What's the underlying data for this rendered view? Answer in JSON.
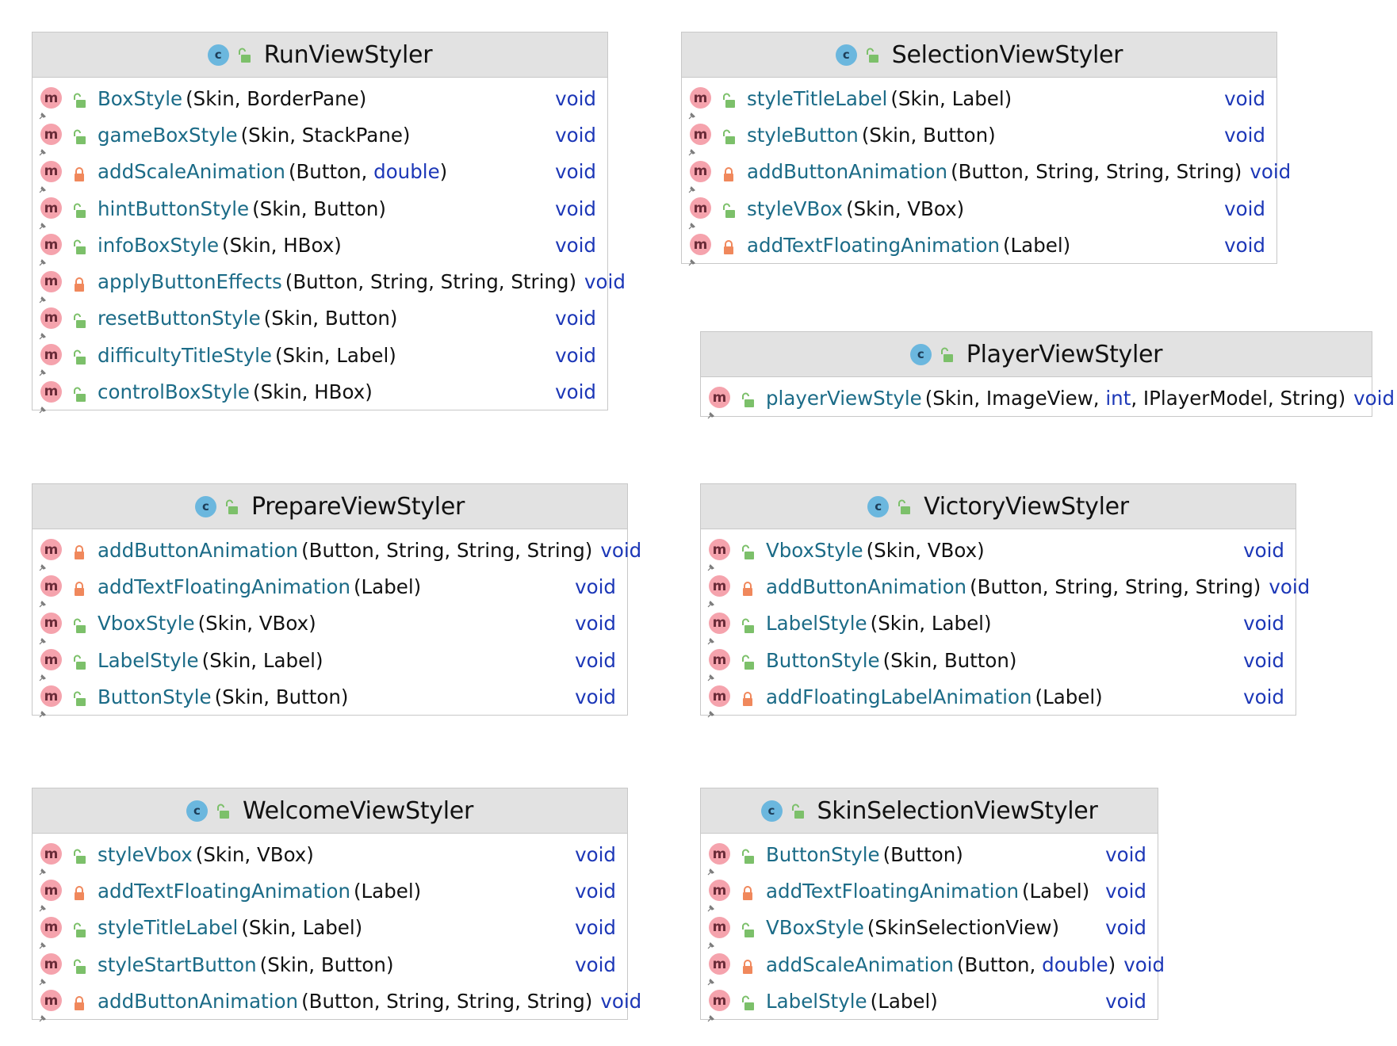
{
  "colors": {
    "header_bg": "#e2e2e2",
    "border": "#c8c8c8",
    "method_name": "#1b6b87",
    "return_type": "#1c37b7",
    "param_text": "#111111",
    "class_icon_bg": "#6bb7de",
    "method_icon_bg": "#f5a3ad",
    "public_icon": "#7cc06a",
    "private_icon": "#f0885c"
  },
  "icons": {
    "class_icon_letter": "c",
    "method_icon_letter": "m"
  },
  "classes": [
    {
      "name": "RunViewStyler",
      "methods": [
        {
          "name": "BoxStyle",
          "params": "(Skin, BorderPane)",
          "return": "void",
          "access": "public"
        },
        {
          "name": "gameBoxStyle",
          "params": "(Skin, StackPane)",
          "return": "void",
          "access": "public"
        },
        {
          "name": "addScaleAnimation",
          "params": "(Button, double)",
          "return": "void",
          "access": "private"
        },
        {
          "name": "hintButtonStyle",
          "params": "(Skin, Button)",
          "return": "void",
          "access": "public"
        },
        {
          "name": "infoBoxStyle",
          "params": "(Skin, HBox)",
          "return": "void",
          "access": "public"
        },
        {
          "name": "applyButtonEffects",
          "params": "(Button, String, String, String)",
          "return": "void",
          "access": "private"
        },
        {
          "name": "resetButtonStyle",
          "params": "(Skin, Button)",
          "return": "void",
          "access": "public"
        },
        {
          "name": "difficultyTitleStyle",
          "params": "(Skin, Label)",
          "return": "void",
          "access": "public"
        },
        {
          "name": "controlBoxStyle",
          "params": "(Skin, HBox)",
          "return": "void",
          "access": "public"
        }
      ]
    },
    {
      "name": "SelectionViewStyler",
      "methods": [
        {
          "name": "styleTitleLabel",
          "params": "(Skin, Label)",
          "return": "void",
          "access": "public"
        },
        {
          "name": "styleButton",
          "params": "(Skin, Button)",
          "return": "void",
          "access": "public"
        },
        {
          "name": "addButtonAnimation",
          "params": "(Button, String, String, String)",
          "return": "void",
          "access": "private"
        },
        {
          "name": "styleVBox",
          "params": "(Skin, VBox)",
          "return": "void",
          "access": "public"
        },
        {
          "name": "addTextFloatingAnimation",
          "params": "(Label)",
          "return": "void",
          "access": "private"
        }
      ]
    },
    {
      "name": "PlayerViewStyler",
      "methods": [
        {
          "name": "playerViewStyle",
          "params": "(Skin, ImageView, int, IPlayerModel, String)",
          "return": "void",
          "access": "public"
        }
      ]
    },
    {
      "name": "PrepareViewStyler",
      "methods": [
        {
          "name": "addButtonAnimation",
          "params": "(Button, String, String, String)",
          "return": "void",
          "access": "private"
        },
        {
          "name": "addTextFloatingAnimation",
          "params": "(Label)",
          "return": "void",
          "access": "private"
        },
        {
          "name": "VboxStyle",
          "params": "(Skin, VBox)",
          "return": "void",
          "access": "public"
        },
        {
          "name": "LabelStyle",
          "params": "(Skin, Label)",
          "return": "void",
          "access": "public"
        },
        {
          "name": "ButtonStyle",
          "params": "(Skin, Button)",
          "return": "void",
          "access": "public"
        }
      ]
    },
    {
      "name": "VictoryViewStyler",
      "methods": [
        {
          "name": "VboxStyle",
          "params": "(Skin, VBox)",
          "return": "void",
          "access": "public"
        },
        {
          "name": "addButtonAnimation",
          "params": "(Button, String, String, String)",
          "return": "void",
          "access": "private"
        },
        {
          "name": "LabelStyle",
          "params": "(Skin, Label)",
          "return": "void",
          "access": "public"
        },
        {
          "name": "ButtonStyle",
          "params": "(Skin, Button)",
          "return": "void",
          "access": "public"
        },
        {
          "name": "addFloatingLabelAnimation",
          "params": "(Label)",
          "return": "void",
          "access": "private"
        }
      ]
    },
    {
      "name": "WelcomeViewStyler",
      "methods": [
        {
          "name": "styleVbox",
          "params": "(Skin, VBox)",
          "return": "void",
          "access": "public"
        },
        {
          "name": "addTextFloatingAnimation",
          "params": "(Label)",
          "return": "void",
          "access": "private"
        },
        {
          "name": "styleTitleLabel",
          "params": "(Skin, Label)",
          "return": "void",
          "access": "public"
        },
        {
          "name": "styleStartButton",
          "params": "(Skin, Button)",
          "return": "void",
          "access": "public"
        },
        {
          "name": "addButtonAnimation",
          "params": "(Button, String, String, String)",
          "return": "void",
          "access": "private"
        }
      ]
    },
    {
      "name": "SkinSelectionViewStyler",
      "methods": [
        {
          "name": "ButtonStyle",
          "params": "(Button)",
          "return": "void",
          "access": "public"
        },
        {
          "name": "addTextFloatingAnimation",
          "params": "(Label)",
          "return": "void",
          "access": "private"
        },
        {
          "name": "VBoxStyle",
          "params": "(SkinSelectionView)",
          "return": "void",
          "access": "public"
        },
        {
          "name": "addScaleAnimation",
          "params": "(Button, double)",
          "return": "void",
          "access": "private"
        },
        {
          "name": "LabelStyle",
          "params": "(Label)",
          "return": "void",
          "access": "public"
        }
      ]
    }
  ]
}
